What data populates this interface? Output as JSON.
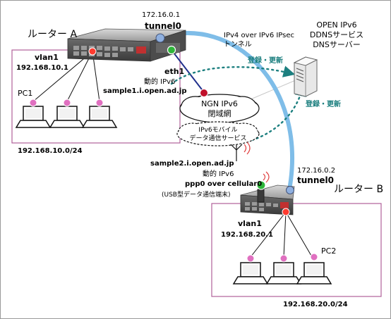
{
  "routerA": {
    "title": "ルーター A",
    "tunnel_ip": "172.16.0.1",
    "tunnel_name": "tunnel0",
    "eth1_label": "eth1",
    "eth1_addr": "動的 IPv6",
    "eth1_fqdn": "sample1.i.open.ad.jp",
    "vlan": "vlan1",
    "vlan_ip": "192.168.10.1",
    "pc": "PC1",
    "subnet": "192.168.10.0/24"
  },
  "routerB": {
    "title": "ルーター B",
    "tunnel_ip": "172.16.0.2",
    "tunnel_name": "tunnel0",
    "ppp_addr": "動的 IPv6",
    "ppp_label": "ppp0 over cellular0",
    "ppp_device": "(USB型データ通信端末)",
    "ppp_fqdn": "sample2.i.open.ad.jp",
    "vlan": "vlan1",
    "vlan_ip": "192.168.20.1",
    "pc": "PC2",
    "subnet": "192.168.20.0/24"
  },
  "tunnel": {
    "line1": "IPv4 over IPv6 IPsec",
    "line2": "トンネル"
  },
  "server": {
    "line1": "OPEN IPv6",
    "line2": "DDNSサービス",
    "line3": "DNSサーバー"
  },
  "registration": {
    "label_top": "登録・更新",
    "label_right": "登録・更新"
  },
  "ngn": {
    "line1": "NGN IPv6",
    "line2": "閉域網"
  },
  "mobile": {
    "line1": "IPv6モバイル",
    "line2": "データ通信サービス"
  },
  "colors": {
    "tunnel": "#7fbde8",
    "eth_link": "#1f2f8c",
    "registration": "#1c7f7f",
    "lan_box": "#b0609a",
    "pc_port": "#e070c0",
    "vlan_port": "#ff3b2f",
    "ngn_port": "#c0102a",
    "eth_port": "#2fb53a",
    "tunnel_port": "#8fb0e0"
  }
}
